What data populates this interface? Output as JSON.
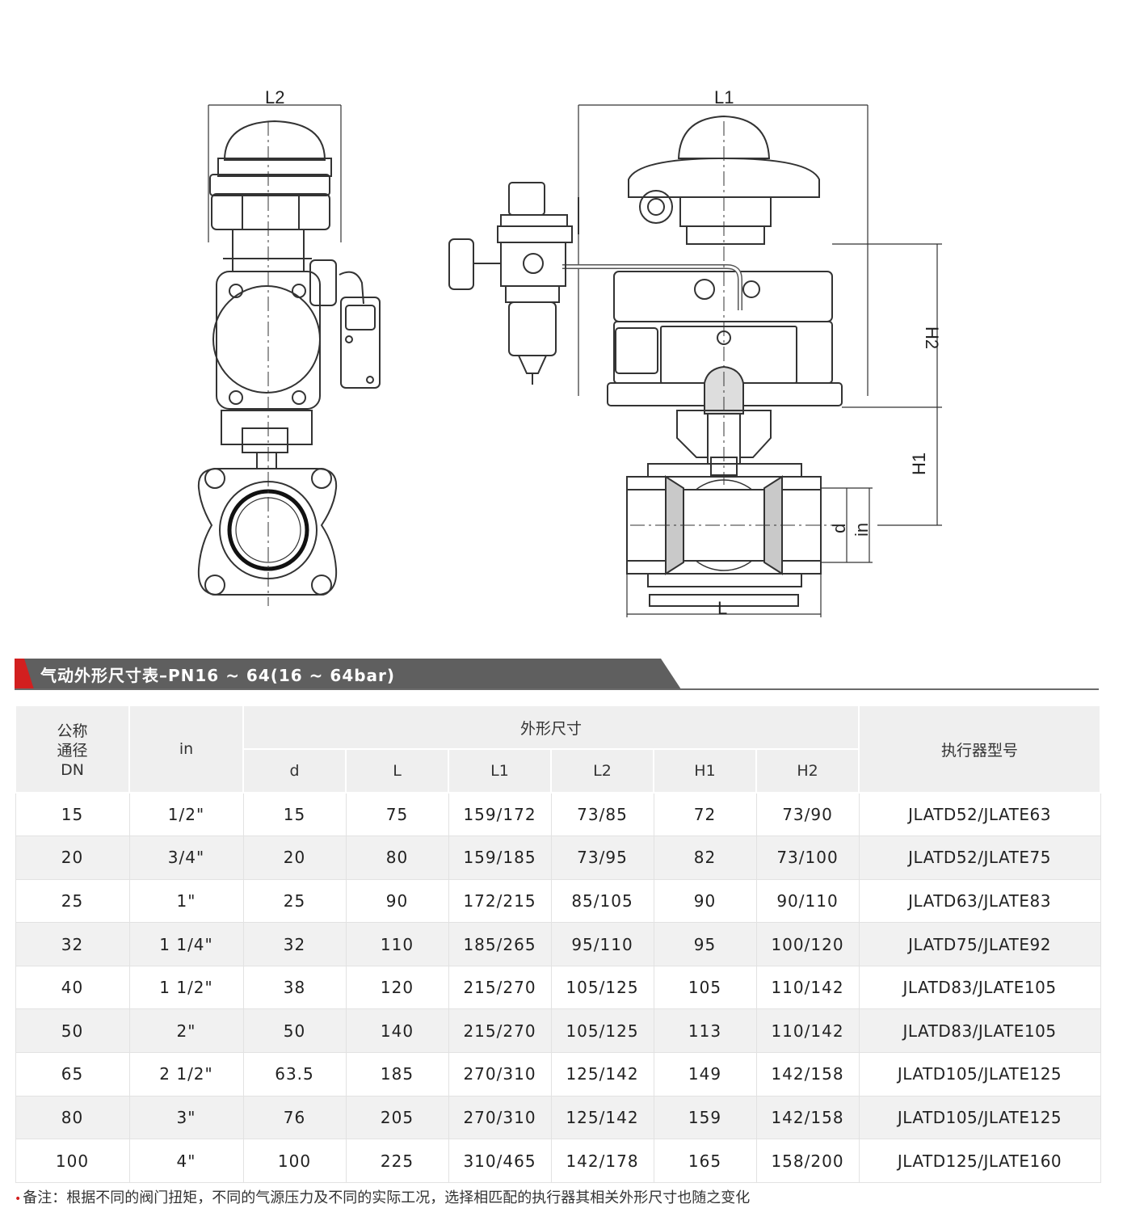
{
  "drawing": {
    "labels": {
      "l2": "L2",
      "l1": "L1",
      "h2": "H2",
      "h1": "H1",
      "d": "d",
      "in": "in",
      "l": "L"
    }
  },
  "banner": {
    "title": "气动外形尺寸表–PN16 ~ 64(16 ~ 64bar)"
  },
  "table": {
    "headers": {
      "dn_line1": "公称",
      "dn_line2": "通径",
      "dn_line3": "DN",
      "in": "in",
      "group": "外形尺寸",
      "d": "d",
      "l": "L",
      "l1": "L1",
      "l2": "L2",
      "h1": "H1",
      "h2": "H2",
      "model": "执行器型号"
    },
    "rows": [
      [
        "15",
        "1/2\"",
        "15",
        "75",
        "159/172",
        "73/85",
        "72",
        "73/90",
        "JLATD52/JLATE63"
      ],
      [
        "20",
        "3/4\"",
        "20",
        "80",
        "159/185",
        "73/95",
        "82",
        "73/100",
        "JLATD52/JLATE75"
      ],
      [
        "25",
        "1\"",
        "25",
        "90",
        "172/215",
        "85/105",
        "90",
        "90/110",
        "JLATD63/JLATE83"
      ],
      [
        "32",
        "1 1/4\"",
        "32",
        "110",
        "185/265",
        "95/110",
        "95",
        "100/120",
        "JLATD75/JLATE92"
      ],
      [
        "40",
        "1 1/2\"",
        "38",
        "120",
        "215/270",
        "105/125",
        "105",
        "110/142",
        "JLATD83/JLATE105"
      ],
      [
        "50",
        "2\"",
        "50",
        "140",
        "215/270",
        "105/125",
        "113",
        "110/142",
        "JLATD83/JLATE105"
      ],
      [
        "65",
        "2 1/2\"",
        "63.5",
        "185",
        "270/310",
        "125/142",
        "149",
        "142/158",
        "JLATD105/JLATE125"
      ],
      [
        "80",
        "3\"",
        "76",
        "205",
        "270/310",
        "125/142",
        "159",
        "142/158",
        "JLATD105/JLATE125"
      ],
      [
        "100",
        "4\"",
        "100",
        "225",
        "310/465",
        "142/178",
        "165",
        "158/200",
        "JLATD125/JLATE160"
      ]
    ]
  },
  "note": {
    "bullet": "•",
    "text": "备注：根据不同的阀门扭矩，不同的气源压力及不同的实际工况，选择相匹配的执行器其相关外形尺寸也随之变化"
  }
}
